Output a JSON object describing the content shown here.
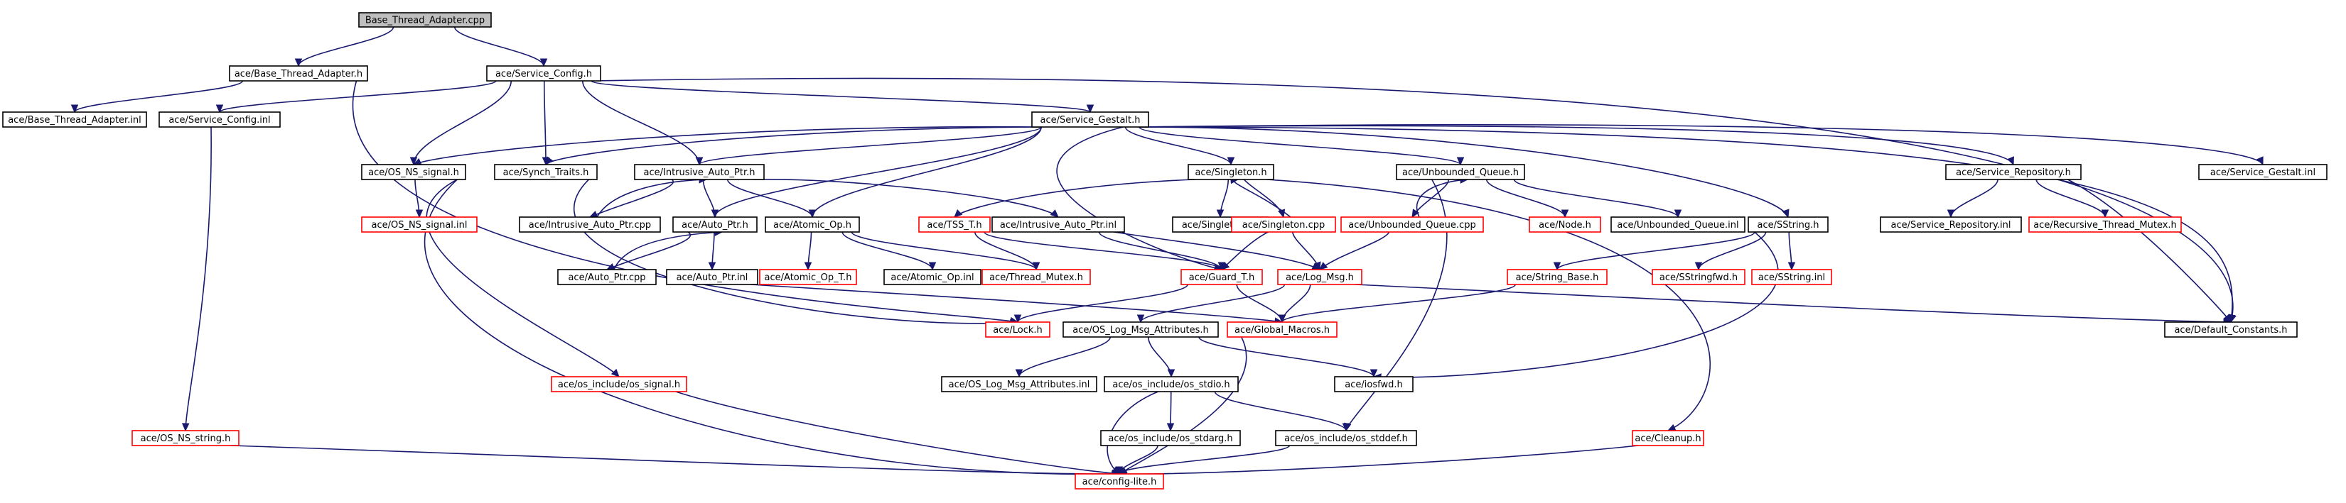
{
  "colors": {
    "edge": "#191970",
    "text": "#000000",
    "border_normal": "#000000",
    "border_external": "#ff0000",
    "fill_root": "#bfbfbf",
    "fill_normal": "#ffffff"
  },
  "nodes": [
    {
      "id": "root",
      "label": "Base_Thread_Adapter.cpp",
      "style": "root"
    },
    {
      "id": "bta_h",
      "label": "ace/Base_Thread_Adapter.h",
      "style": "normal"
    },
    {
      "id": "sc_h",
      "label": "ace/Service_Config.h",
      "style": "normal"
    },
    {
      "id": "bta_inl",
      "label": "ace/Base_Thread_Adapter.inl",
      "style": "normal"
    },
    {
      "id": "sc_inl",
      "label": "ace/Service_Config.inl",
      "style": "normal"
    },
    {
      "id": "sg_h",
      "label": "ace/Service_Gestalt.h",
      "style": "normal"
    },
    {
      "id": "osns_signal_h",
      "label": "ace/OS_NS_signal.h",
      "style": "normal"
    },
    {
      "id": "synch_traits",
      "label": "ace/Synch_Traits.h",
      "style": "normal"
    },
    {
      "id": "iap_h",
      "label": "ace/Intrusive_Auto_Ptr.h",
      "style": "normal"
    },
    {
      "id": "singleton_h",
      "label": "ace/Singleton.h",
      "style": "normal"
    },
    {
      "id": "uq_h",
      "label": "ace/Unbounded_Queue.h",
      "style": "normal"
    },
    {
      "id": "sr_h",
      "label": "ace/Service_Repository.h",
      "style": "normal"
    },
    {
      "id": "sg_inl",
      "label": "ace/Service_Gestalt.inl",
      "style": "normal"
    },
    {
      "id": "osns_signal_inl",
      "label": "ace/OS_NS_signal.inl",
      "style": "external"
    },
    {
      "id": "iap_cpp",
      "label": "ace/Intrusive_Auto_Ptr.cpp",
      "style": "normal"
    },
    {
      "id": "autoptr_h",
      "label": "ace/Auto_Ptr.h",
      "style": "normal"
    },
    {
      "id": "atomic_h",
      "label": "ace/Atomic_Op.h",
      "style": "normal"
    },
    {
      "id": "tss_h",
      "label": "ace/TSS_T.h",
      "style": "external"
    },
    {
      "id": "iap_inl",
      "label": "ace/Intrusive_Auto_Ptr.inl",
      "style": "normal"
    },
    {
      "id": "singleton_inl",
      "label": "ace/Singleton.inl",
      "style": "normal"
    },
    {
      "id": "singleton_cpp",
      "label": "ace/Singleton.cpp",
      "style": "external"
    },
    {
      "id": "uq_cpp",
      "label": "ace/Unbounded_Queue.cpp",
      "style": "external"
    },
    {
      "id": "node_h",
      "label": "ace/Node.h",
      "style": "external"
    },
    {
      "id": "uq_inl",
      "label": "ace/Unbounded_Queue.inl",
      "style": "normal"
    },
    {
      "id": "sstring_h",
      "label": "ace/SString.h",
      "style": "normal"
    },
    {
      "id": "sr_inl",
      "label": "ace/Service_Repository.inl",
      "style": "normal"
    },
    {
      "id": "rtm_h",
      "label": "ace/Recursive_Thread_Mutex.h",
      "style": "external"
    },
    {
      "id": "autoptr_cpp",
      "label": "ace/Auto_Ptr.cpp",
      "style": "normal"
    },
    {
      "id": "autoptr_inl",
      "label": "ace/Auto_Ptr.inl",
      "style": "normal"
    },
    {
      "id": "atomic_t_h",
      "label": "ace/Atomic_Op_T.h",
      "style": "external"
    },
    {
      "id": "atomic_inl",
      "label": "ace/Atomic_Op.inl",
      "style": "normal"
    },
    {
      "id": "thread_mutex_h",
      "label": "ace/Thread_Mutex.h",
      "style": "external"
    },
    {
      "id": "guard_h",
      "label": "ace/Guard_T.h",
      "style": "external"
    },
    {
      "id": "logmsg_h",
      "label": "ace/Log_Msg.h",
      "style": "external"
    },
    {
      "id": "stringbase_h",
      "label": "ace/String_Base.h",
      "style": "external"
    },
    {
      "id": "sstringfwd_h",
      "label": "ace/SStringfwd.h",
      "style": "external"
    },
    {
      "id": "sstring_inl",
      "label": "ace/SString.inl",
      "style": "external"
    },
    {
      "id": "lock_h",
      "label": "ace/Lock.h",
      "style": "external"
    },
    {
      "id": "oslma_h",
      "label": "ace/OS_Log_Msg_Attributes.h",
      "style": "normal"
    },
    {
      "id": "globalmacros_h",
      "label": "ace/Global_Macros.h",
      "style": "external"
    },
    {
      "id": "defconst_h",
      "label": "ace/Default_Constants.h",
      "style": "normal"
    },
    {
      "id": "os_signal_h",
      "label": "ace/os_include/os_signal.h",
      "style": "external"
    },
    {
      "id": "oslma_inl",
      "label": "ace/OS_Log_Msg_Attributes.inl",
      "style": "normal"
    },
    {
      "id": "os_stdio_h",
      "label": "ace/os_include/os_stdio.h",
      "style": "normal"
    },
    {
      "id": "iosfwd_h",
      "label": "ace/iosfwd.h",
      "style": "normal"
    },
    {
      "id": "osns_string_h",
      "label": "ace/OS_NS_string.h",
      "style": "external"
    },
    {
      "id": "os_stdarg_h",
      "label": "ace/os_include/os_stdarg.h",
      "style": "normal"
    },
    {
      "id": "os_stddef_h",
      "label": "ace/os_include/os_stddef.h",
      "style": "normal"
    },
    {
      "id": "cleanup_h",
      "label": "ace/Cleanup.h",
      "style": "external"
    },
    {
      "id": "configlite_h",
      "label": "ace/config-lite.h",
      "style": "external"
    }
  ],
  "edges": [
    [
      "root",
      "bta_h"
    ],
    [
      "root",
      "sc_h"
    ],
    [
      "bta_h",
      "bta_inl"
    ],
    [
      "bta_h",
      "lock_h"
    ],
    [
      "sc_h",
      "sc_inl"
    ],
    [
      "sc_h",
      "sg_h"
    ],
    [
      "sc_h",
      "osns_signal_h"
    ],
    [
      "sc_h",
      "synch_traits"
    ],
    [
      "sc_h",
      "iap_h"
    ],
    [
      "sc_h",
      "defconst_h"
    ],
    [
      "sc_inl",
      "osns_string_h"
    ],
    [
      "sg_h",
      "osns_signal_h"
    ],
    [
      "sg_h",
      "synch_traits"
    ],
    [
      "sg_h",
      "iap_h"
    ],
    [
      "sg_h",
      "singleton_h"
    ],
    [
      "sg_h",
      "uq_h"
    ],
    [
      "sg_h",
      "sr_h"
    ],
    [
      "sg_h",
      "sg_inl"
    ],
    [
      "sg_h",
      "sstring_h"
    ],
    [
      "sg_h",
      "defconst_h"
    ],
    [
      "sg_h",
      "autoptr_h"
    ],
    [
      "sg_h",
      "atomic_h"
    ],
    [
      "sg_h",
      "guard_h"
    ],
    [
      "osns_signal_h",
      "osns_signal_inl"
    ],
    [
      "osns_signal_h",
      "os_signal_h"
    ],
    [
      "osns_signal_h",
      "configlite_h"
    ],
    [
      "synch_traits",
      "lock_h"
    ],
    [
      "iap_h",
      "iap_cpp"
    ],
    [
      "iap_h",
      "autoptr_h"
    ],
    [
      "iap_h",
      "atomic_h"
    ],
    [
      "iap_h",
      "iap_inl"
    ],
    [
      "iap_cpp",
      "iap_h"
    ],
    [
      "autoptr_h",
      "autoptr_cpp"
    ],
    [
      "autoptr_h",
      "autoptr_inl"
    ],
    [
      "autoptr_cpp",
      "autoptr_h"
    ],
    [
      "autoptr_inl",
      "globalmacros_h"
    ],
    [
      "atomic_h",
      "atomic_t_h"
    ],
    [
      "atomic_h",
      "atomic_inl"
    ],
    [
      "atomic_h",
      "thread_mutex_h"
    ],
    [
      "iap_inl",
      "guard_h"
    ],
    [
      "iap_inl",
      "logmsg_h"
    ],
    [
      "singleton_h",
      "tss_h"
    ],
    [
      "singleton_h",
      "singleton_inl"
    ],
    [
      "singleton_h",
      "singleton_cpp"
    ],
    [
      "singleton_h",
      "cleanup_h"
    ],
    [
      "singleton_cpp",
      "singleton_h"
    ],
    [
      "singleton_cpp",
      "guard_h"
    ],
    [
      "singleton_cpp",
      "logmsg_h"
    ],
    [
      "tss_h",
      "thread_mutex_h"
    ],
    [
      "tss_h",
      "guard_h"
    ],
    [
      "uq_h",
      "uq_cpp"
    ],
    [
      "uq_h",
      "node_h"
    ],
    [
      "uq_h",
      "uq_inl"
    ],
    [
      "uq_h",
      "os_stddef_h"
    ],
    [
      "uq_cpp",
      "uq_h"
    ],
    [
      "uq_cpp",
      "logmsg_h"
    ],
    [
      "sr_h",
      "sr_inl"
    ],
    [
      "sr_h",
      "rtm_h"
    ],
    [
      "sr_h",
      "defconst_h"
    ],
    [
      "sstring_h",
      "stringbase_h"
    ],
    [
      "sstring_h",
      "sstringfwd_h"
    ],
    [
      "sstring_h",
      "sstring_inl"
    ],
    [
      "sstring_h",
      "iosfwd_h"
    ],
    [
      "stringbase_h",
      "globalmacros_h"
    ],
    [
      "guard_h",
      "lock_h"
    ],
    [
      "guard_h",
      "globalmacros_h"
    ],
    [
      "logmsg_h",
      "oslma_h"
    ],
    [
      "logmsg_h",
      "globalmacros_h"
    ],
    [
      "logmsg_h",
      "defconst_h"
    ],
    [
      "oslma_h",
      "oslma_inl"
    ],
    [
      "oslma_h",
      "os_stdio_h"
    ],
    [
      "oslma_h",
      "iosfwd_h"
    ],
    [
      "globalmacros_h",
      "configlite_h"
    ],
    [
      "os_signal_h",
      "configlite_h"
    ],
    [
      "os_stdio_h",
      "os_stdarg_h"
    ],
    [
      "os_stdio_h",
      "os_stddef_h"
    ],
    [
      "os_stdio_h",
      "configlite_h"
    ],
    [
      "os_stdarg_h",
      "configlite_h"
    ],
    [
      "os_stddef_h",
      "configlite_h"
    ],
    [
      "cleanup_h",
      "configlite_h"
    ],
    [
      "osns_string_h",
      "configlite_h"
    ]
  ]
}
